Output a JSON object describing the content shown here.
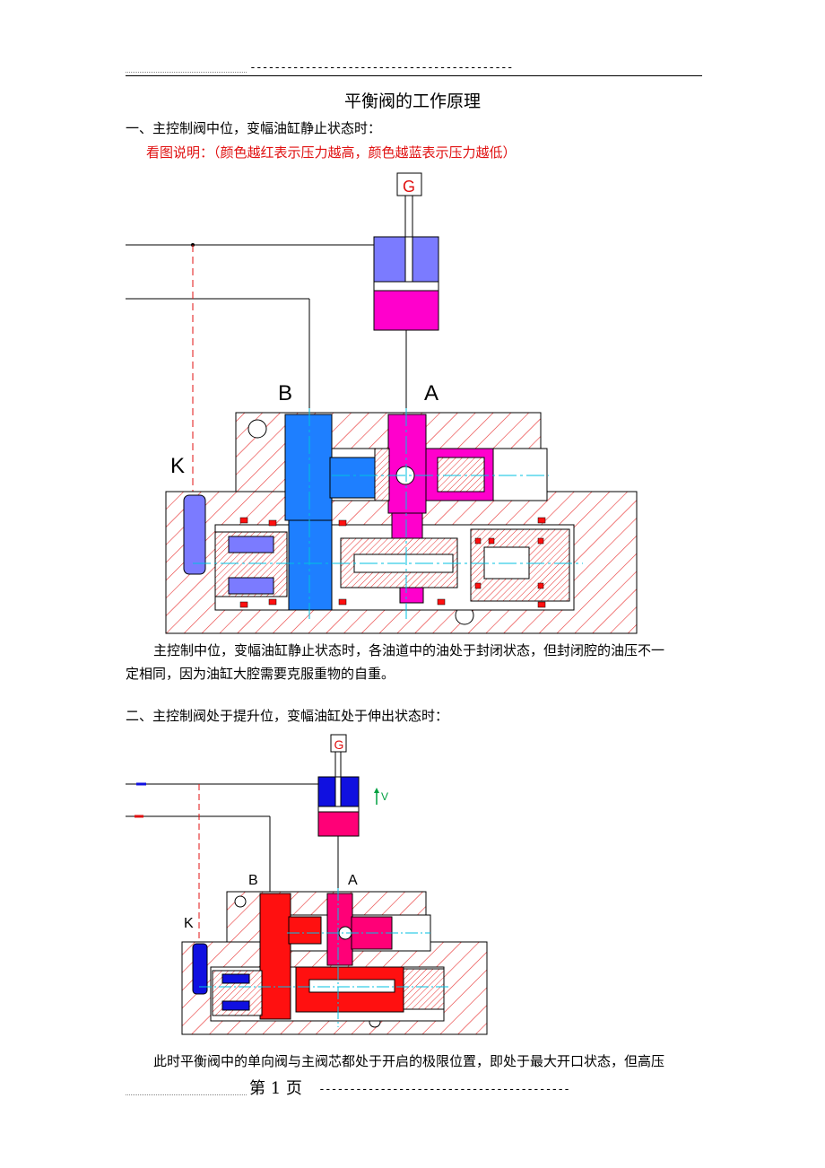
{
  "header": {
    "dashes": "-------------------------------------------"
  },
  "title": "平衡阀的工作原理",
  "section1": {
    "heading": "一、主控制阀中位，变幅油缸静止状态时：",
    "note": "看图说明：（颜色越红表示压力越高，颜色越蓝表示压力越低）",
    "para_line1": "主控制中位，变幅油缸静止状态时，各油道中的油处于封闭状态，但封闭腔的油压不一",
    "para_line2": "定相同，因为油缸大腔需要克服重物的自重。"
  },
  "section2": {
    "heading": "二、主控制阀处于提升位，变幅油缸处于伸出状态时：",
    "para_line1": "此时平衡阀中的单向阀与主阀芯都处于开启的极限位置，即处于最大开口状态，但高压"
  },
  "figure1": {
    "label_g": "G",
    "label_b": "B",
    "label_a": "A",
    "label_k": "K"
  },
  "figure2": {
    "label_g": "G",
    "label_b": "B",
    "label_a": "A",
    "label_k": "K",
    "label_v": "V"
  },
  "footer": {
    "page_label": "第 1 页",
    "dashes": "-----------------------------------------"
  },
  "colors": {
    "high_pressure": "#ff00cc",
    "low_pressure": "#1e7fff",
    "cylinder_low": "#7b7bff",
    "red": "#ff1010",
    "hatch": "#e83030"
  }
}
